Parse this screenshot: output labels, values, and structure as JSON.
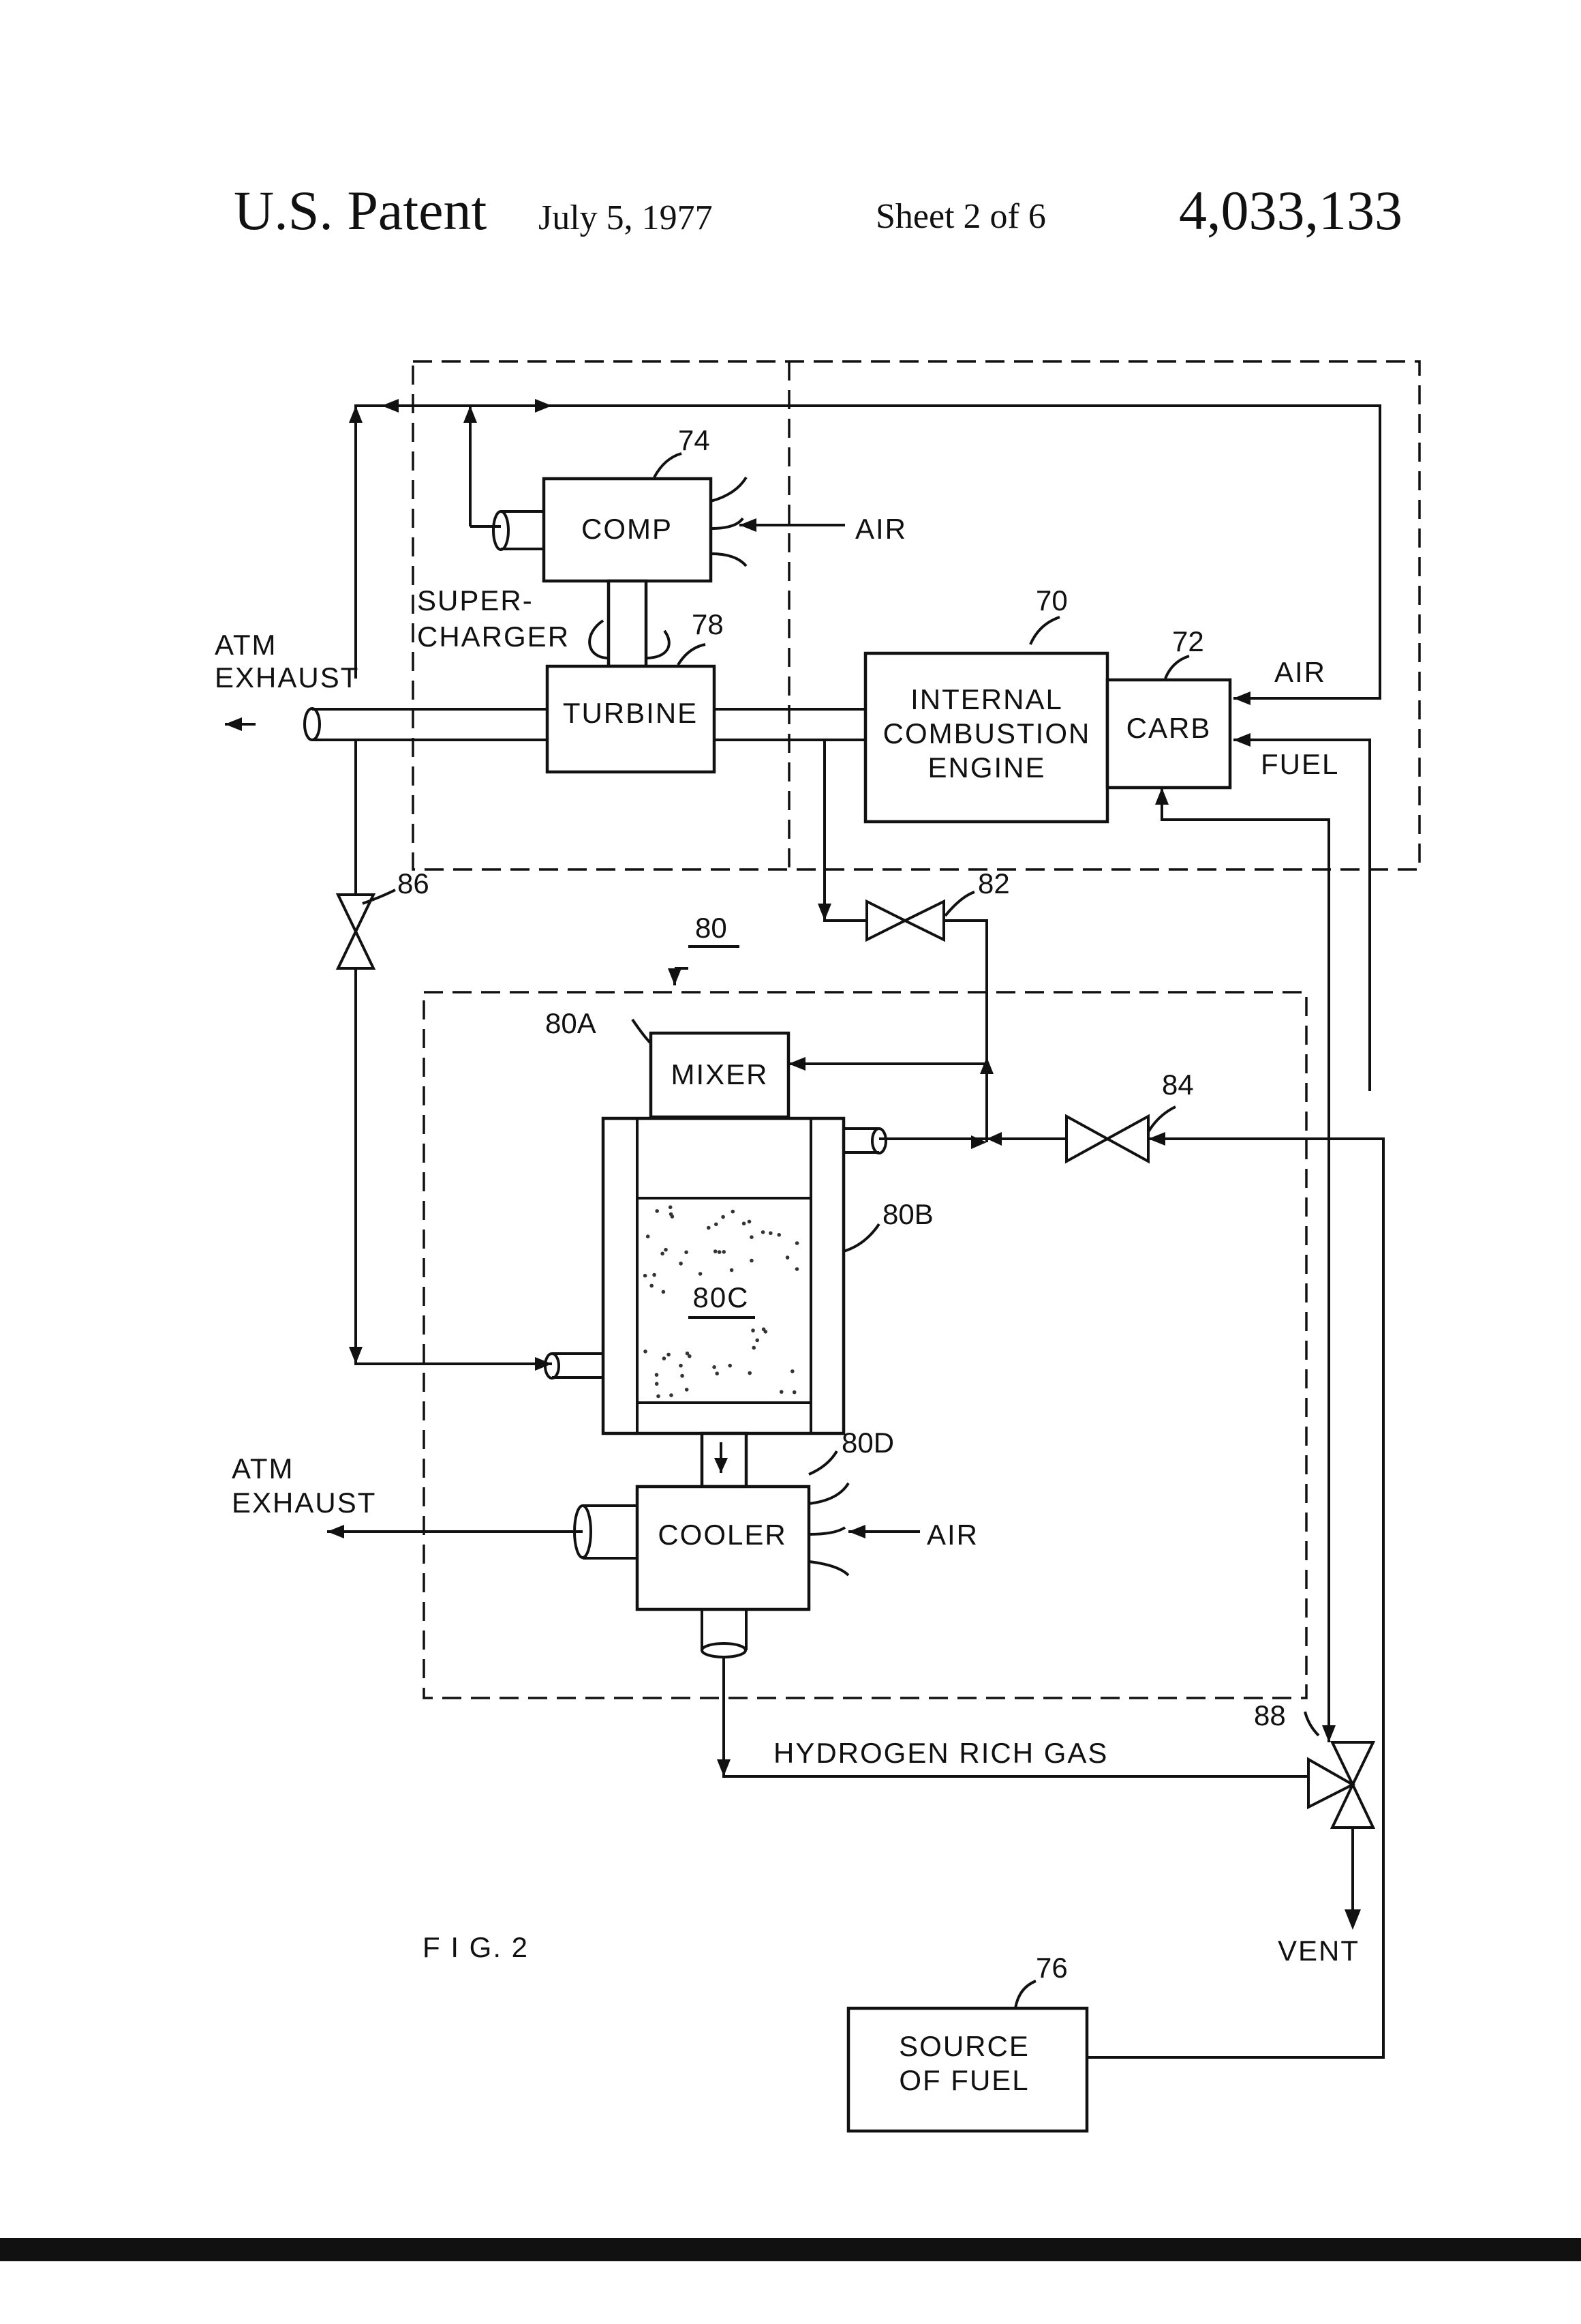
{
  "header": {
    "patent_label": "U.S. Patent",
    "date": "July 5, 1977",
    "sheet": "Sheet 2 of 6",
    "patent_number": "4,033,133"
  },
  "figure": {
    "caption": "F I G. 2",
    "components": {
      "comp": "COMP",
      "turbine": "TURBINE",
      "supercharger_line1": "SUPER-",
      "supercharger_line2": "CHARGER",
      "engine_line1": "INTERNAL",
      "engine_line2": "COMBUSTION",
      "engine_line3": "ENGINE",
      "carb": "CARB",
      "mixer": "MIXER",
      "reactor_bed": "80C",
      "cooler": "COOLER",
      "source_line1": "SOURCE",
      "source_line2": "OF FUEL"
    },
    "flows": {
      "air_comp": "AIR",
      "air_carb": "AIR",
      "fuel": "FUEL",
      "atm_exhaust_top_line1": "ATM",
      "atm_exhaust_top_line2": "EXHAUST",
      "atm_exhaust_bottom_line1": "ATM",
      "atm_exhaust_bottom_line2": "EXHAUST",
      "air_cooler": "AIR",
      "hydrogen_rich_gas": "HYDROGEN RICH GAS",
      "vent": "VENT"
    },
    "refs": {
      "r74": "74",
      "r78": "78",
      "r70": "70",
      "r72": "72",
      "r86": "86",
      "r82": "82",
      "r80": "80",
      "r80a": "80A",
      "r84": "84",
      "r80b": "80B",
      "r80d": "80D",
      "r88": "88",
      "r76": "76"
    }
  }
}
